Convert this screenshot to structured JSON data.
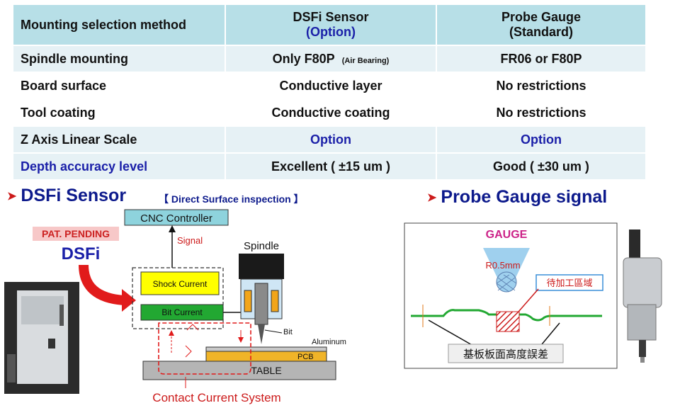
{
  "table": {
    "header": {
      "col1": "Mounting selection method",
      "col2_line1": "DSFi Sensor",
      "col2_line2": "(Option)",
      "col3_line1": "Probe Gauge",
      "col3_line2": "(Standard)"
    },
    "rows": [
      {
        "label": "Spindle mounting",
        "dsfi": "Only F80P",
        "dsfi_note": "(Air Bearing)",
        "probe": "FR06 or F80P"
      },
      {
        "label": "Board surface",
        "dsfi": "Conductive layer",
        "probe": "No restrictions"
      },
      {
        "label": "Tool coating",
        "dsfi": "Conductive coating",
        "probe": "No restrictions"
      },
      {
        "label": "Z Axis Linear Scale",
        "dsfi": "Option",
        "probe": "Option"
      },
      {
        "label": "Depth accuracy level",
        "dsfi": "Excellent ( ±15 um )",
        "probe": "Good  ( ±30 um )"
      }
    ]
  },
  "dsfi_section": {
    "title": "DSFi  Sensor",
    "subtitle": "【 Direct Surface inspection 】",
    "cnc_controller": "CNC Controller",
    "pat_pending": "PAT. PENDING",
    "dsfi_label": "DSFi",
    "signal": "Signal",
    "spindle": "Spindle",
    "shock_current": "Shock Current",
    "bit_current": "Bit Current",
    "bit": "Bit",
    "aluminum": "Aluminum",
    "pcb": "PCB",
    "table": "TABLE",
    "contact_current": "Contact Current System"
  },
  "probe_section": {
    "title": "Probe Gauge signal",
    "gauge": "GAUGE",
    "radius": "R0.5mm",
    "to_machine": "待加工區域",
    "board_height_error": "基板板面高度誤差"
  },
  "colors": {
    "header_bg": "#b7dfe7",
    "row_alt_bg": "#e6f1f5",
    "accent_blue": "#1a1fa8",
    "accent_red": "#cc1a1a",
    "pcb_orange": "#f0b428",
    "green_current": "#22a832",
    "shock_yellow": "#ffff00"
  }
}
